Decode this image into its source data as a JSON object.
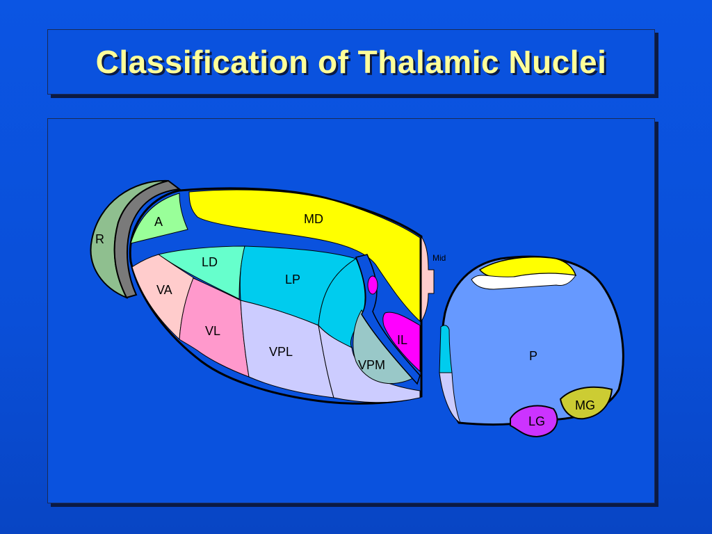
{
  "title": "Classification of Thalamic Nuclei",
  "nuclei": {
    "R": "R",
    "A": "A",
    "MD": "MD",
    "LD": "LD",
    "LP": "LP",
    "VA": "VA",
    "VL": "VL",
    "VPL": "VPL",
    "VPM": "VPM",
    "IL": "IL",
    "Mid": "Mid",
    "P": "P",
    "MG": "MG",
    "LG": "LG"
  },
  "colors": {
    "background": "#0a52de",
    "title_text": "#ffff99",
    "R": "#8fbf8f",
    "R_band": "#7a7a7a",
    "A": "#99ff99",
    "MD": "#ffff00",
    "LD": "#66ffcc",
    "LP": "#00ccee",
    "VA": "#ffcccc",
    "VL": "#ff99cc",
    "VPL": "#ccccff",
    "VPM": "#99c8c8",
    "IL": "#ff00ff",
    "Mid": "#ffcccc",
    "P": "#6699ff",
    "MG": "#cccc33",
    "LG": "#cc33ff",
    "lamina": "#0a52de"
  }
}
